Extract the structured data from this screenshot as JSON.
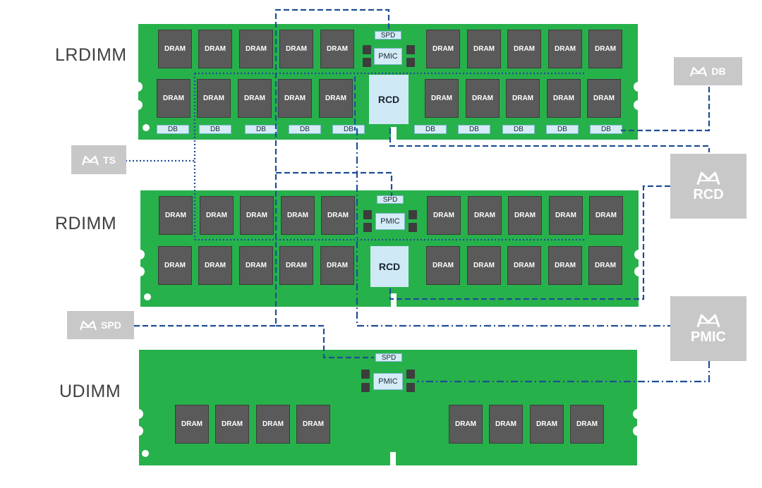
{
  "modules": {
    "lrdimm": "LRDIMM",
    "rdimm": "RDIMM",
    "udimm": "UDIMM"
  },
  "chips": {
    "dram": "DRAM",
    "db": "DB",
    "spd": "SPD",
    "pmic": "PMIC",
    "rcd": "RCD"
  },
  "vendors": {
    "db": "DB",
    "ts": "TS",
    "rcd": "RCD",
    "spd": "SPD",
    "pmic": "PMIC"
  },
  "colors": {
    "board": "#27b14b",
    "chip": "#5a5a5a",
    "tag": "#d4ecf7",
    "wire": "#1f4e96",
    "vendor_box": "#c8c8c8"
  },
  "icons": {
    "vendor_logo": "m-wave-logo-icon"
  }
}
